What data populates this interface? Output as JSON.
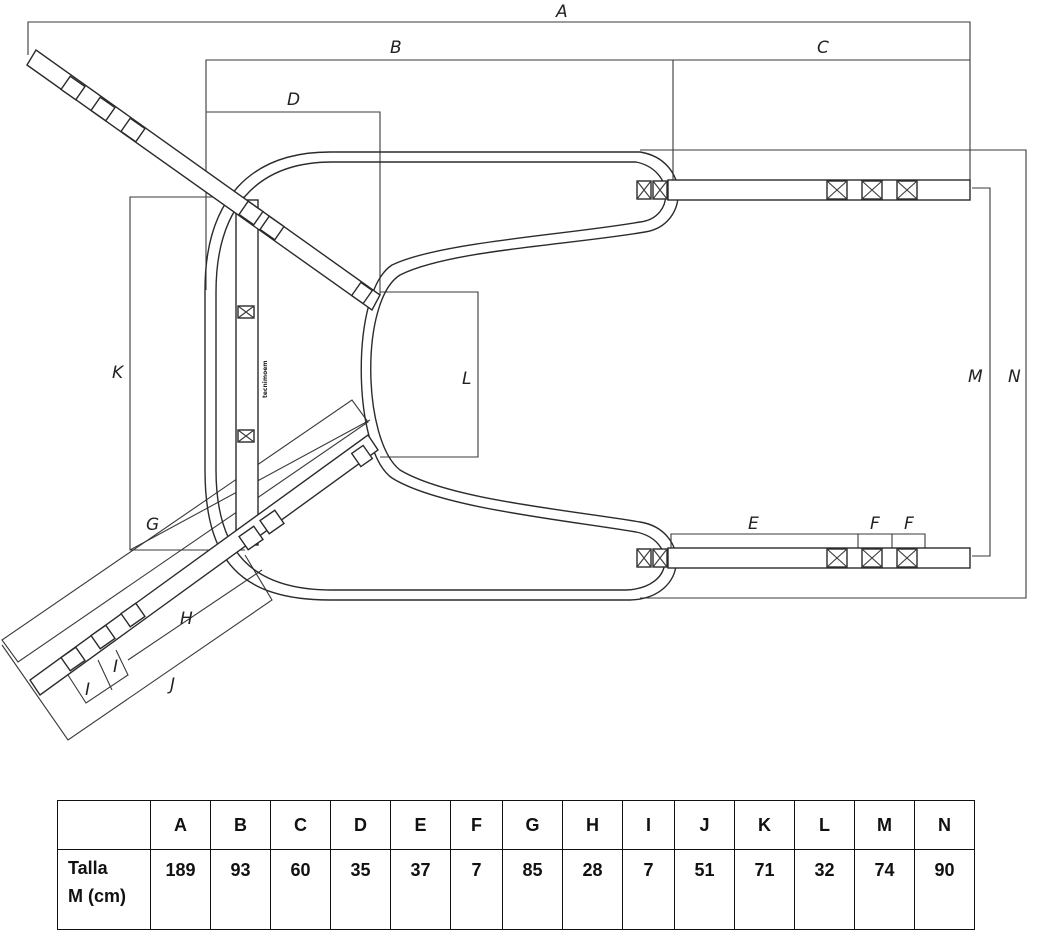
{
  "diagram": {
    "labels": {
      "A": "A",
      "B": "B",
      "C": "C",
      "D": "D",
      "E": "E",
      "F1": "F",
      "F2": "F",
      "G": "G",
      "H": "H",
      "I1": "I",
      "I2": "I",
      "J": "J",
      "K": "K",
      "L": "L",
      "M": "M",
      "N": "N"
    },
    "brand": "tecnimoem"
  },
  "table": {
    "header_blank": "",
    "columns": [
      "A",
      "B",
      "C",
      "D",
      "E",
      "F",
      "G",
      "H",
      "I",
      "J",
      "K",
      "L",
      "M",
      "N"
    ],
    "row_label_line1": "Talla",
    "row_label_line2": "M (cm)",
    "values": [
      "189",
      "93",
      "60",
      "35",
      "37",
      "7",
      "85",
      "28",
      "7",
      "51",
      "71",
      "32",
      "74",
      "90"
    ]
  }
}
